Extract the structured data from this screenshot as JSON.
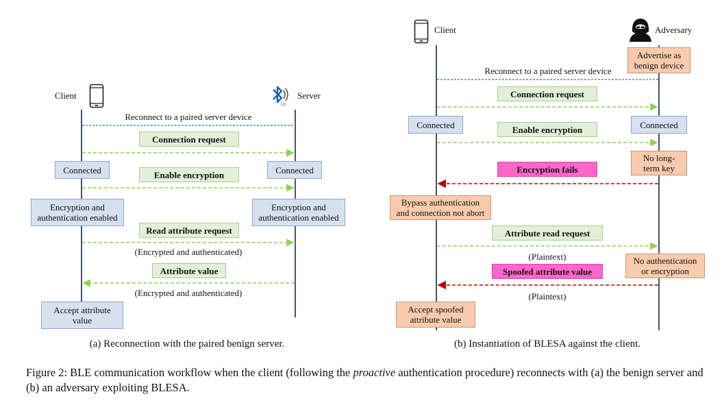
{
  "panel_a": {
    "client_label": "Client",
    "server_label": "Server",
    "reconnect_label": "Reconnect to a paired server device",
    "connection_request": "Connection request",
    "connected_left": "Connected",
    "connected_right": "Connected",
    "enable_encryption": "Enable encryption",
    "enc_auth_left": "Encryption and\nauthentication enabled",
    "enc_auth_right": "Encryption and\nauthentication enabled",
    "read_attribute_request": "Read attribute request",
    "enc_note_1": "(Encrypted and authenticated)",
    "attribute_value": "Attribute value",
    "enc_note_2": "(Encrypted and authenticated)",
    "accept_attribute": "Accept attribute\nvalue",
    "caption": "(a) Reconnection with the paired benign server."
  },
  "panel_b": {
    "client_label": "Client",
    "adversary_label": "Adversary",
    "advertise": "Advertise as\nbenign device",
    "reconnect_label": "Reconnect to a paired server device",
    "connection_request": "Connection request",
    "connected_left": "Connected",
    "connected_right": "Connected",
    "enable_encryption": "Enable encryption",
    "no_key": "No long-\nterm key",
    "encryption_fails": "Encryption fails",
    "bypass": "Bypass authentication\nand connection not abort",
    "attribute_read_request": "Attribute read request",
    "plaintext_1": "(Plaintext)",
    "no_auth": "No authentication\nor encryption",
    "spoofed_value": "Spoofed attribute value",
    "plaintext_2": "(Plaintext)",
    "accept_spoofed": "Accept spoofed\nattribute value",
    "caption": "(b) Instantiation of BLESA against the client."
  },
  "figure_caption": {
    "prefix": "Figure 2: BLE communication workflow when the client (following the ",
    "emphasis": "proactive",
    "suffix": " authentication procedure) reconnects with (a) the benign server and (b) an adversary exploiting BLESA."
  },
  "colors": {
    "lifeline": "#44546a",
    "blue_dashed": "#2e75b6",
    "green_dashed": "#92d050",
    "red_dashed": "#c00000",
    "blue_box": "#d6e0ee",
    "orange_box": "#f8cbad",
    "green_box": "#e2efd9",
    "pink_box": "#ff66cc"
  },
  "icons": [
    "phone-icon",
    "bluetooth-le-icon",
    "hacker-icon"
  ]
}
